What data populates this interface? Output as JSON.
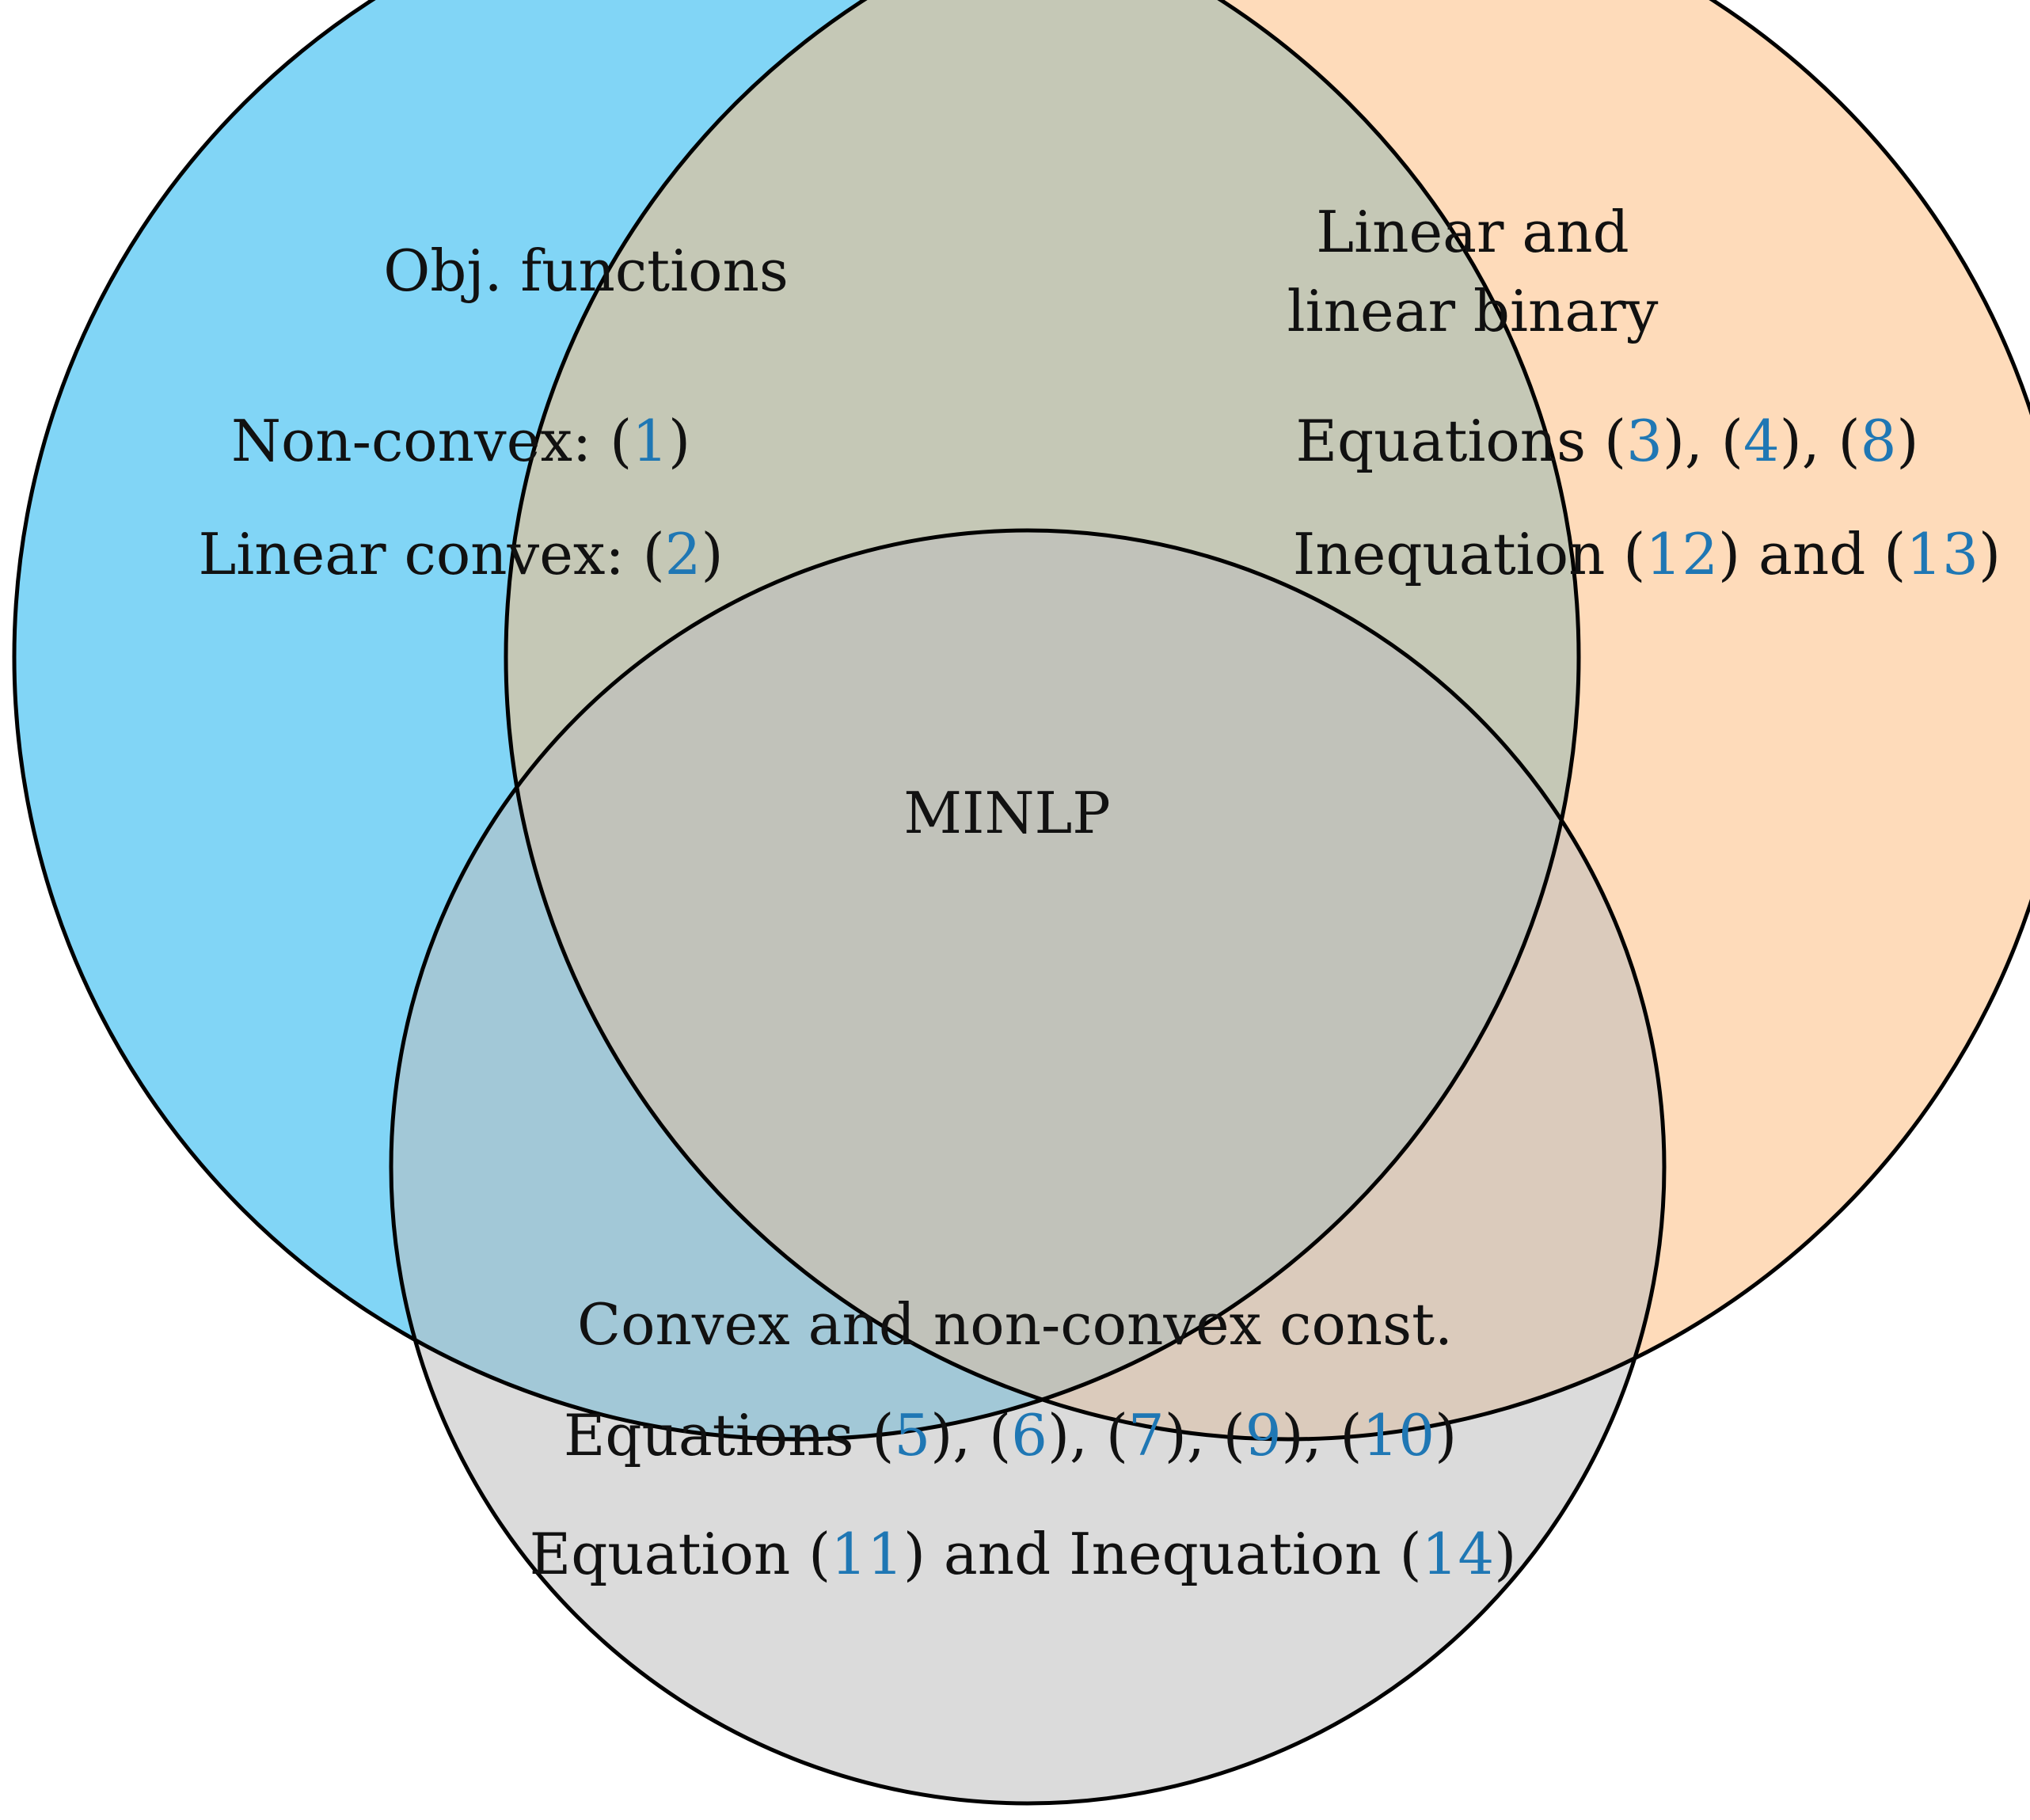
{
  "colors": {
    "left_fill": "#81d5f6",
    "right_fill": "#fdbe82",
    "bottom_fill": "#bdbdbd",
    "outline": "#000000",
    "ref_text": "#1f77b4",
    "text": "#111111"
  },
  "sets": {
    "left": {
      "title": "Obj. functions",
      "line1": {
        "prefix": "Non-convex: (",
        "ref": "1",
        "suffix": ")"
      },
      "line2": {
        "prefix": "Linear convex: (",
        "ref": "2",
        "suffix": ")"
      }
    },
    "right": {
      "title_line1": "Linear and",
      "title_line2": "linear binary",
      "line1": {
        "p1": "Equations (",
        "r1": "3",
        "p2": "), (",
        "r2": "4",
        "p3": "), (",
        "r3": "8",
        "p4": ")"
      },
      "line2": {
        "p1": "Inequation (",
        "r1": "12",
        "p2": ") and (",
        "r2": "13",
        "p3": ")"
      }
    },
    "bottom": {
      "title": "Convex and non-convex const.",
      "line1": {
        "p1": "Equations (",
        "r1": "5",
        "p2": "), (",
        "r2": "6",
        "p3": "), (",
        "r3": "7",
        "p4": "), (",
        "r4": "9",
        "p5": "), (",
        "r5": "10",
        "p6": ")"
      },
      "line2": {
        "p1": "Equation (",
        "r1": "11",
        "p2": ") and Inequation (",
        "r2": "14",
        "p3": ")"
      }
    }
  },
  "center_label": "MINLP"
}
